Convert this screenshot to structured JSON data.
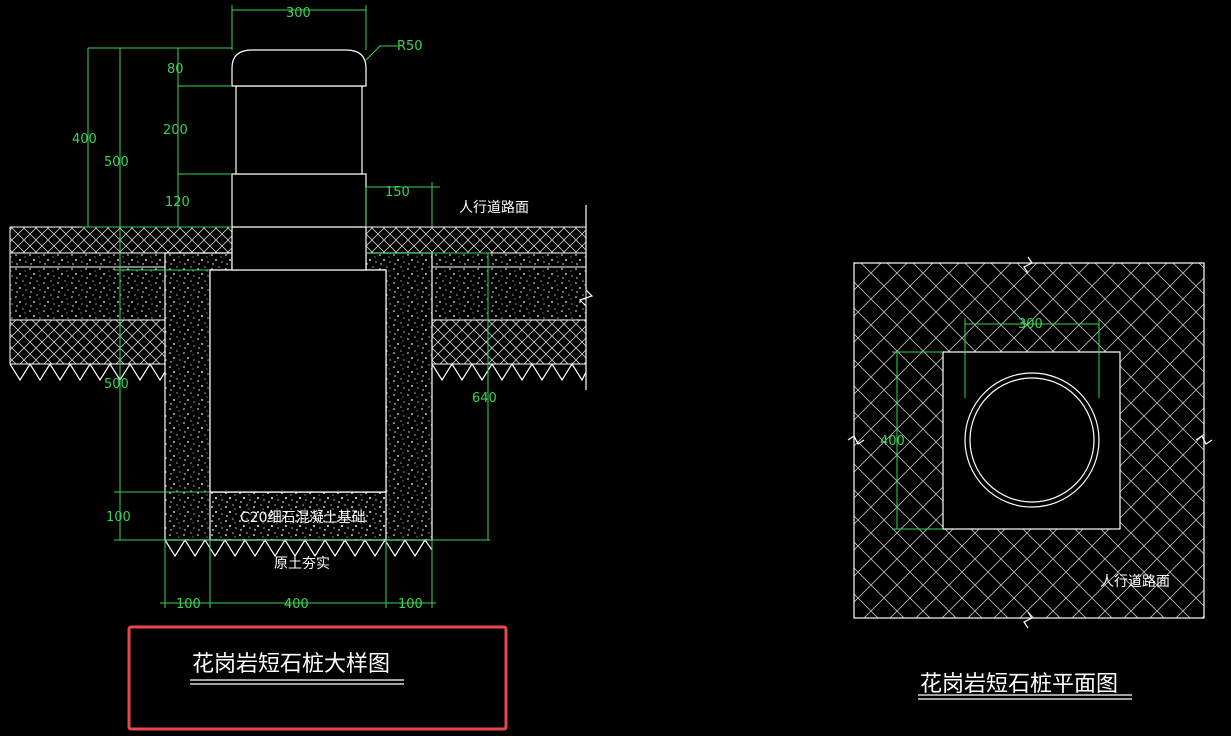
{
  "elevation": {
    "dims": {
      "top_width": "300",
      "radius": "R50",
      "cap_height": "80",
      "upper_height": "200",
      "collar_height": "120",
      "above_ground": "400",
      "total_visible": "500",
      "embed_depth": "500",
      "offset_150": "150",
      "foundation_depth": "640",
      "base_thickness": "100",
      "bottom_left": "100",
      "bottom_center": "400",
      "bottom_right": "100"
    },
    "labels": {
      "sidewalk": "人行道路面",
      "foundation": "C20细石混凝土基础",
      "soil": "原土夯实"
    },
    "title": "花岗岩短石桩大样图"
  },
  "plan": {
    "dims": {
      "width": "300",
      "height": "400"
    },
    "labels": {
      "sidewalk": "人行道路面"
    },
    "title": "花岗岩短石桩平面图"
  },
  "colors": {
    "background": "#000000",
    "dimension": "#39d353",
    "outline": "#ffffff",
    "selection": "#e8474c"
  }
}
